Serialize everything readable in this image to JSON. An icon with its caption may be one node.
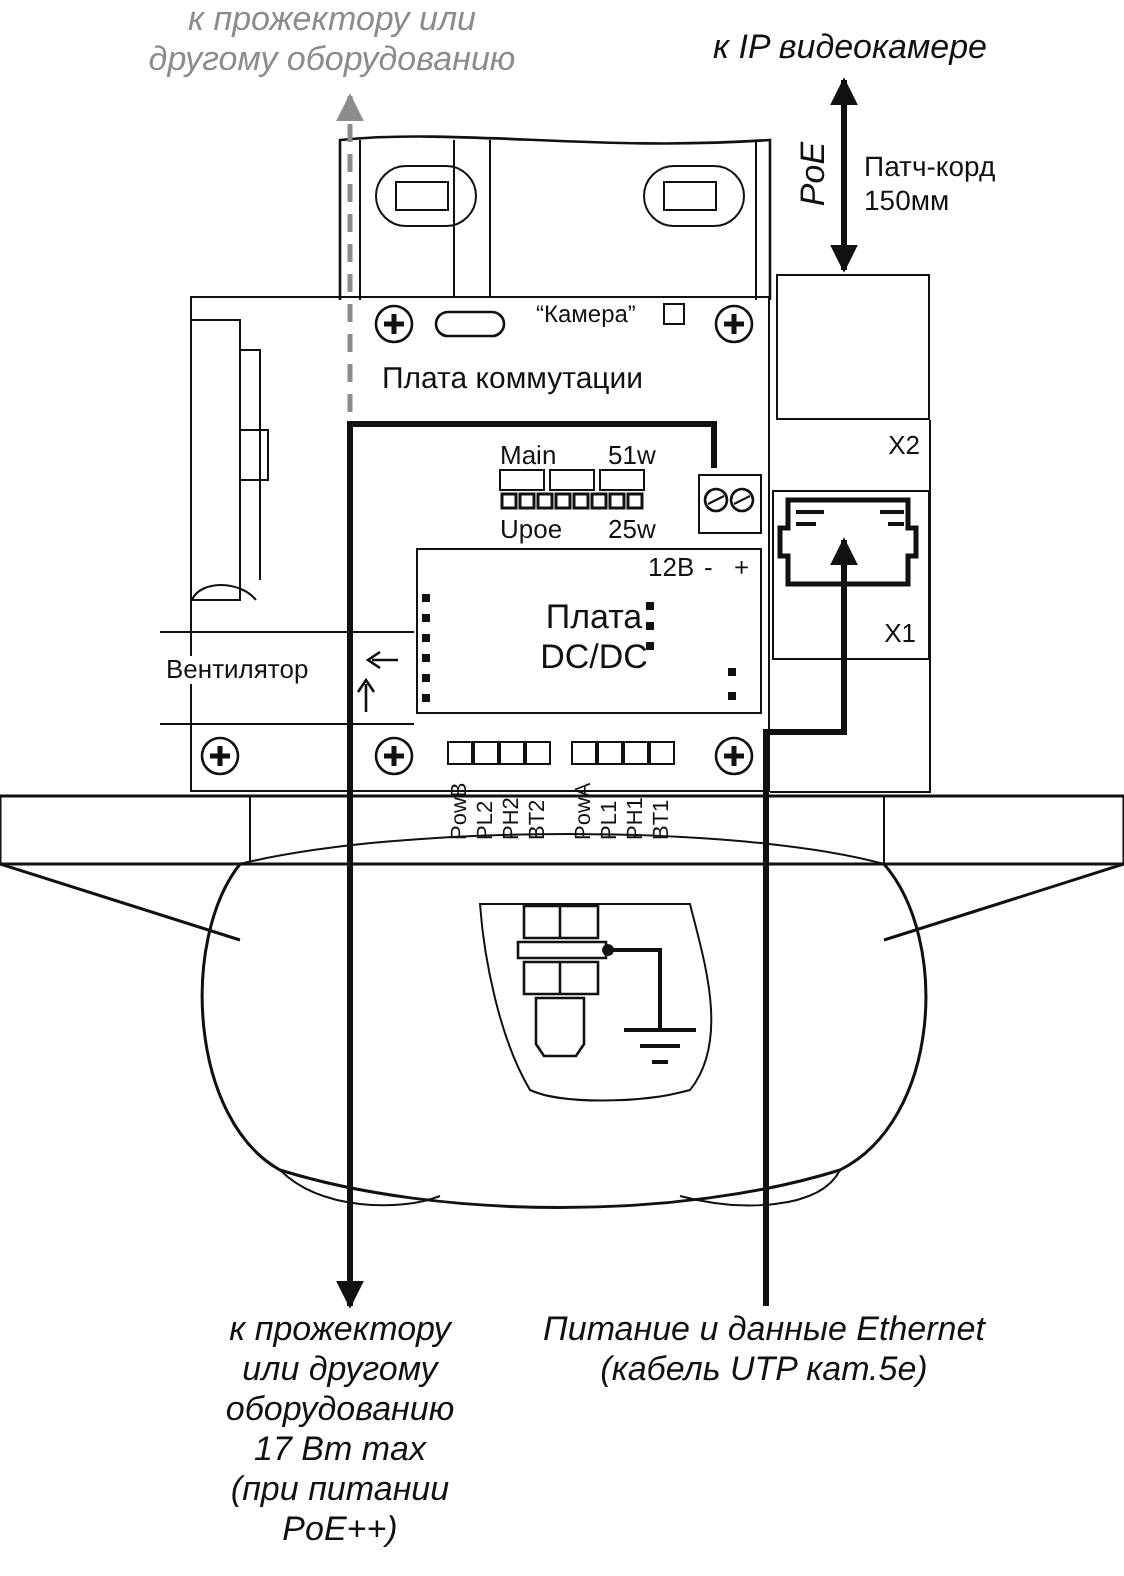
{
  "diagram": {
    "nodes": [
      {
        "text": [
          "к прожектору или другому оборудованию"
        ]
      },
      {
        "text": [
          "к IP видеокамере"
        ]
      },
      {
        "text": [
          "Плата коммутации"
        ]
      },
      {
        "text": [
          "X2"
        ]
      },
      {
        "text": [
          "X1"
        ]
      },
      {
        "text": [
          "Плата DC/DC"
        ],
        "in": 2
      },
      {
        "text": [
          "к прожектору или другому оборудованию 17 Вт max (при питании PoE++)"
        ]
      },
      {
        "text": [
          "Питание и данные Ethernet (кабель UTP кат.5е)"
        ]
      },
      {
        "text": [],
        "shape": "box",
        "in": 2
      }
    ],
    "edges": [
      {
        "from": 8,
        "to": 6,
        "arrow": "to"
      },
      {
        "from": 7,
        "to": 4,
        "arrow": "to"
      },
      {
        "from": 3,
        "to": 1,
        "arrow": "both",
        "label": "PoE"
      },
      {
        "from": 8,
        "to": 0,
        "arrow": "to",
        "style": "dashed",
        "color": "#8c8c8c"
      }
    ],
    "labels": [
      "Патч-корд 150мм",
      "“Камера”",
      "Main",
      "51w",
      "Upoe",
      "25w",
      "12В",
      "-",
      "+",
      "Вентилятор",
      "PowB",
      "PL2",
      "PH2",
      "BT2",
      "PowA",
      "PL1",
      "PH1",
      "BT1"
    ]
  }
}
